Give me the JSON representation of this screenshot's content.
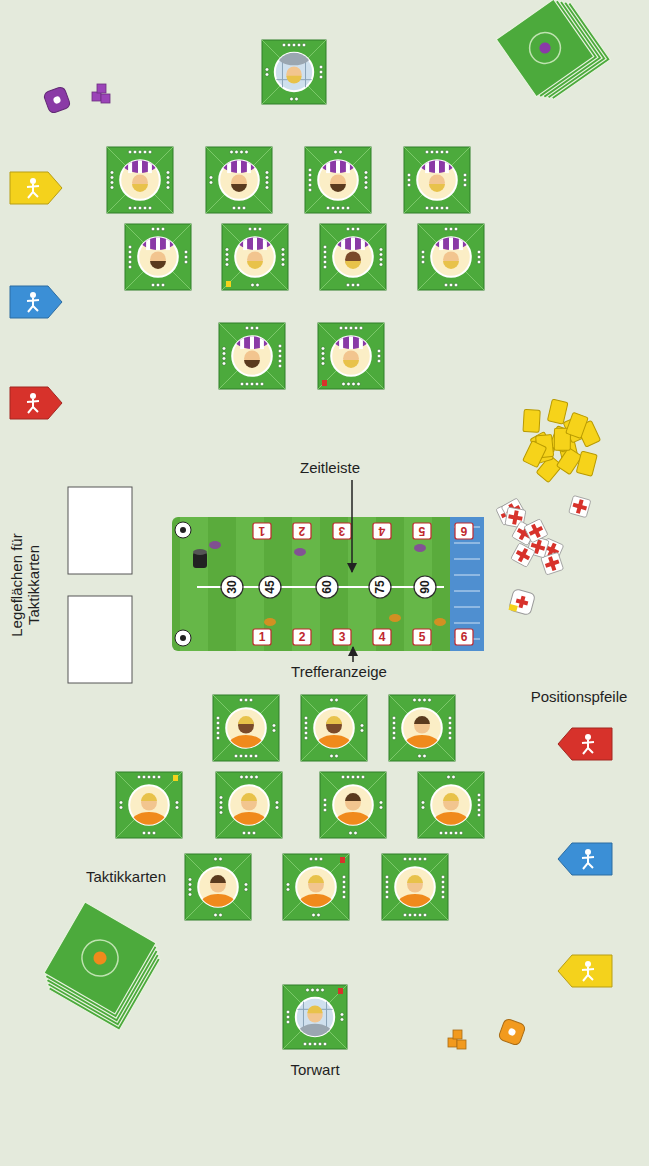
{
  "diagram": {
    "labels": [
      "Zeitleiste",
      "Legeflächen für Taktikkarten",
      "1",
      "2",
      "3",
      "4",
      "5",
      "6",
      "30",
      "45",
      "60",
      "75",
      "90",
      "1",
      "2",
      "3",
      "4",
      "5",
      "6",
      "Trefferanzeige",
      "Positionspfeile",
      "Taktikkarten",
      "Torwart"
    ]
  }
}
